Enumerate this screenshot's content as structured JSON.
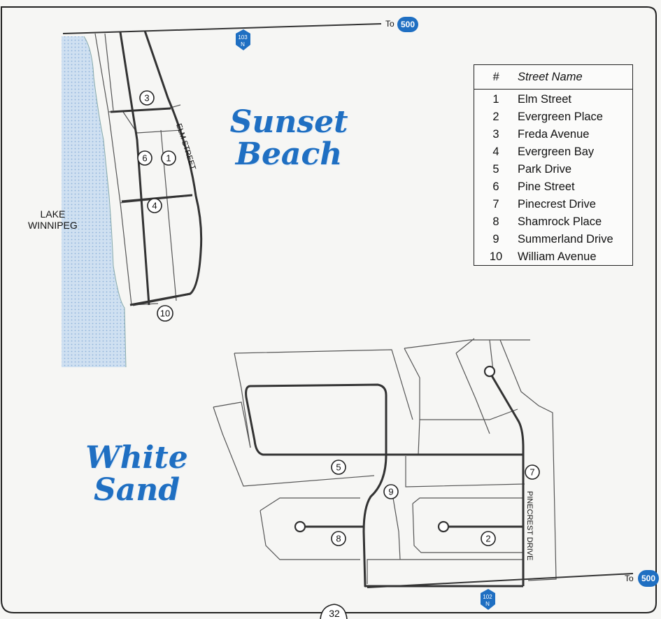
{
  "places": {
    "sunset_beach": [
      "Sunset",
      "Beach"
    ],
    "white_sand": [
      "White",
      "Sand"
    ]
  },
  "lake_label": [
    "LAKE",
    "WINNIPEG"
  ],
  "street_labels": {
    "elm": "ELM STREET",
    "pinecrest": "PINECREST DRIVE"
  },
  "routes": {
    "to_prefix": "To",
    "hwy_500": "500",
    "hwy_103": [
      "103",
      "N"
    ],
    "hwy_102": [
      "102",
      "N"
    ]
  },
  "legend": {
    "header_num": "#",
    "header_name": "Street Name",
    "rows": [
      {
        "num": "1",
        "name": "Elm Street"
      },
      {
        "num": "2",
        "name": "Evergreen Place"
      },
      {
        "num": "3",
        "name": "Freda Avenue"
      },
      {
        "num": "4",
        "name": "Evergreen Bay"
      },
      {
        "num": "5",
        "name": "Park Drive"
      },
      {
        "num": "6",
        "name": "Pine Street"
      },
      {
        "num": "7",
        "name": "Pinecrest Drive"
      },
      {
        "num": "8",
        "name": "Shamrock Place"
      },
      {
        "num": "9",
        "name": "Summerland Drive"
      },
      {
        "num": "10",
        "name": "William Avenue"
      }
    ]
  },
  "markers": {
    "m1": "1",
    "m2": "2",
    "m3": "3",
    "m4": "4",
    "m5": "5",
    "m6": "6",
    "m7": "7",
    "m8": "8",
    "m9": "9",
    "m10": "10"
  },
  "page_number": "32",
  "colors": {
    "accent_blue": "#1f6fc2",
    "route_blue": "#1f6fc2",
    "lake_fill": "#c9dcf0"
  }
}
